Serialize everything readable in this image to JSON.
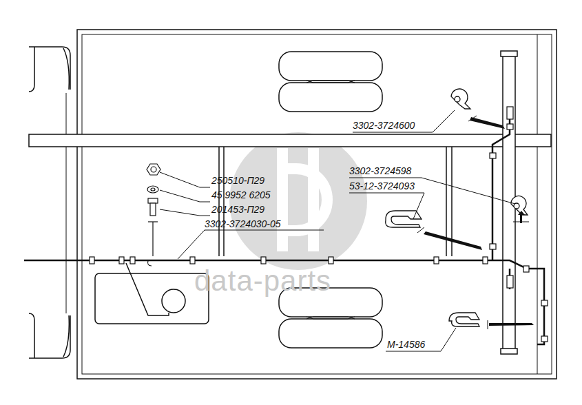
{
  "diagram": {
    "labels": [
      "3302-3724600",
      "3302-3724598",
      "250510-П29",
      "53-12-3724093",
      "45 9952 6205",
      "201453-П29",
      "3302-3724030-05",
      "data-parts",
      "М-14586"
    ]
  }
}
